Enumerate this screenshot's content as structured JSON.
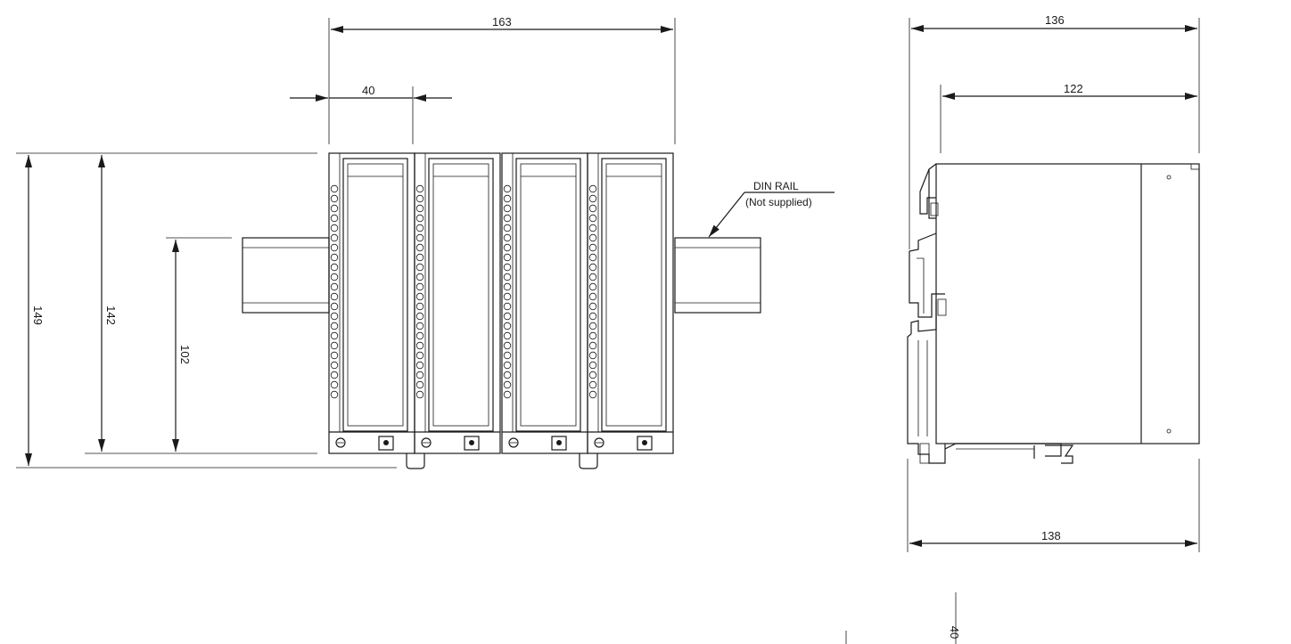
{
  "front_view": {
    "dimensions": {
      "overall_width": "163",
      "module_width": "40",
      "total_height": "149",
      "module_height": "142",
      "rail_height": "102"
    },
    "callout": {
      "title": "DIN RAIL",
      "note": "(Not supplied)"
    }
  },
  "side_view": {
    "dimensions": {
      "top_depth": "136",
      "body_depth": "122",
      "bottom_depth": "138"
    }
  },
  "partial_view": {
    "dimensions": {
      "cut_label": "40"
    }
  },
  "colors": {
    "line": "#1a1a1a",
    "background": "#ffffff"
  }
}
